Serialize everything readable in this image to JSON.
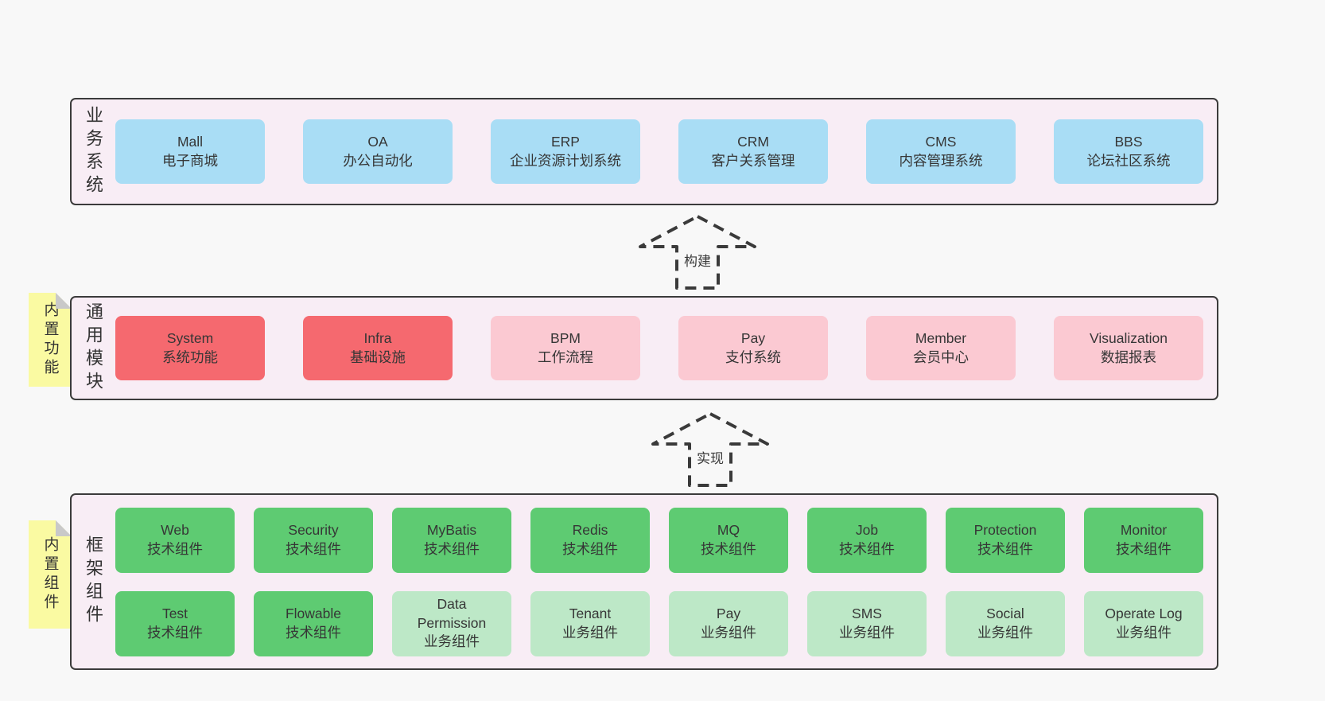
{
  "colors": {
    "page_background": "#f8f8f8",
    "layer_background": "#f8edf5",
    "layer_border": "#3b3b3b",
    "business_box": "#a9ddf5",
    "core_module_box": "#f5696f",
    "module_box": "#fbc9d2",
    "tech_component_box": "#5ecb72",
    "biz_component_box": "#bde8c7",
    "sticky_note": "#fafaa2",
    "note_fold": "#c9c9c9",
    "text": "#333333"
  },
  "arrows": [
    {
      "label": "构建"
    },
    {
      "label": "实现"
    }
  ],
  "layers": [
    {
      "label": "业务系统",
      "boxes": [
        {
          "name": "Mall",
          "subtitle": "电子商城",
          "variant": "blue"
        },
        {
          "name": "OA",
          "subtitle": "办公自动化",
          "variant": "blue"
        },
        {
          "name": "ERP",
          "subtitle": "企业资源计划系统",
          "variant": "blue"
        },
        {
          "name": "CRM",
          "subtitle": "客户关系管理",
          "variant": "blue"
        },
        {
          "name": "CMS",
          "subtitle": "内容管理系统",
          "variant": "blue"
        },
        {
          "name": "BBS",
          "subtitle": "论坛社区系统",
          "variant": "blue"
        }
      ]
    },
    {
      "label": "通用模块",
      "note": "内置功能",
      "boxes": [
        {
          "name": "System",
          "subtitle": "系统功能",
          "variant": "red"
        },
        {
          "name": "Infra",
          "subtitle": "基础设施",
          "variant": "red"
        },
        {
          "name": "BPM",
          "subtitle": "工作流程",
          "variant": "pink"
        },
        {
          "name": "Pay",
          "subtitle": "支付系统",
          "variant": "pink"
        },
        {
          "name": "Member",
          "subtitle": "会员中心",
          "variant": "pink"
        },
        {
          "name": "Visualization",
          "subtitle": "数据报表",
          "variant": "pink"
        }
      ]
    },
    {
      "label": "框架组件",
      "note": "内置组件",
      "rows": [
        [
          {
            "name": "Web",
            "subtitle": "技术组件",
            "variant": "green"
          },
          {
            "name": "Security",
            "subtitle": "技术组件",
            "variant": "green"
          },
          {
            "name": "MyBatis",
            "subtitle": "技术组件",
            "variant": "green"
          },
          {
            "name": "Redis",
            "subtitle": "技术组件",
            "variant": "green"
          },
          {
            "name": "MQ",
            "subtitle": "技术组件",
            "variant": "green"
          },
          {
            "name": "Job",
            "subtitle": "技术组件",
            "variant": "green"
          },
          {
            "name": "Protection",
            "subtitle": "技术组件",
            "variant": "green"
          },
          {
            "name": "Monitor",
            "subtitle": "技术组件",
            "variant": "green"
          }
        ],
        [
          {
            "name": "Test",
            "subtitle": "技术组件",
            "variant": "green"
          },
          {
            "name": "Flowable",
            "subtitle": "技术组件",
            "variant": "green"
          },
          {
            "name": "Data Permission",
            "subtitle": "业务组件",
            "variant": "lightgreen"
          },
          {
            "name": "Tenant",
            "subtitle": "业务组件",
            "variant": "lightgreen"
          },
          {
            "name": "Pay",
            "subtitle": "业务组件",
            "variant": "lightgreen"
          },
          {
            "name": "SMS",
            "subtitle": "业务组件",
            "variant": "lightgreen"
          },
          {
            "name": "Social",
            "subtitle": "业务组件",
            "variant": "lightgreen"
          },
          {
            "name": "Operate Log",
            "subtitle": "业务组件",
            "variant": "lightgreen"
          }
        ]
      ]
    }
  ]
}
